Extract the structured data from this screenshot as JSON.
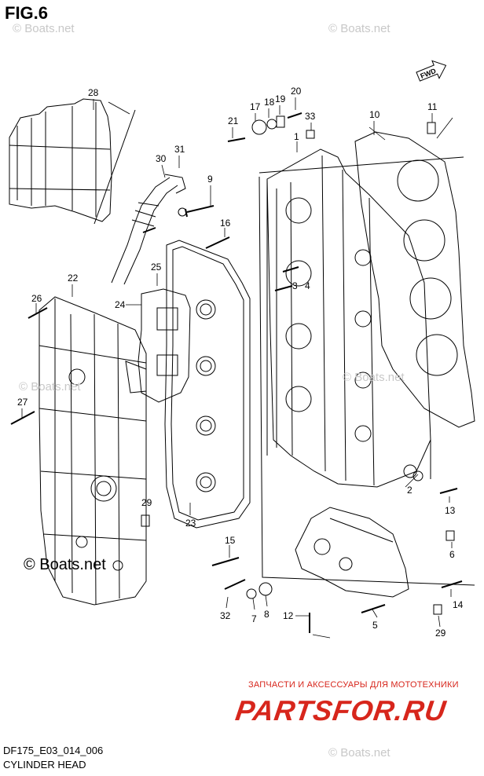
{
  "figure": {
    "title": "FIG.6",
    "code": "DF175_E03_014_006",
    "caption": "CYLINDER HEAD",
    "fwd_label": "FWD"
  },
  "watermarks": {
    "main": "© Boats.net",
    "faint": "© Boats.net"
  },
  "promo": {
    "text": "ЗАПЧАСТИ И АКСЕССУАРЫ ДЛЯ МОТОТЕХНИКИ",
    "logo": "PARTSFOR.RU"
  },
  "callouts": [
    "28",
    "30",
    "31",
    "9",
    "16",
    "25",
    "24",
    "22",
    "26",
    "27",
    "29",
    "23",
    "21",
    "17",
    "18",
    "19",
    "20",
    "33",
    "1",
    "3",
    "4",
    "10",
    "11",
    "2",
    "13",
    "6",
    "15",
    "32",
    "7",
    "8",
    "12",
    "14",
    "5",
    "29"
  ],
  "icons": [
    "fwd-arrow-icon",
    "copyright-icon"
  ],
  "colors": {
    "line": "#000000",
    "watermark": "#c8c8c8",
    "promo": "#d7261c"
  }
}
